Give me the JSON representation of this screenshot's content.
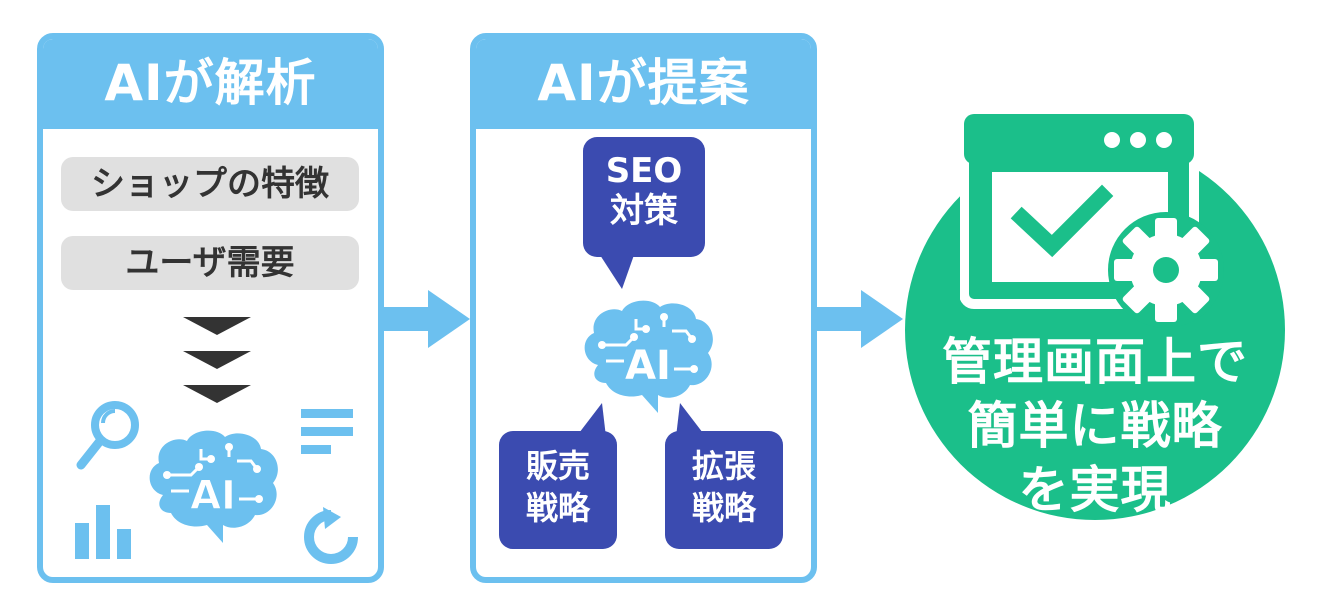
{
  "panel_analyze": {
    "title": "AIが解析",
    "items": [
      "ショップの特徴",
      "ユーザ需要"
    ],
    "ai_label": "AI"
  },
  "panel_propose": {
    "title": "AIが提案",
    "ai_label": "AI",
    "bubbles": [
      {
        "lines": [
          "SEO",
          "対策"
        ]
      },
      {
        "lines": [
          "販売",
          "戦略"
        ]
      },
      {
        "lines": [
          "拡張",
          "戦略"
        ]
      }
    ]
  },
  "result": {
    "lines": [
      "管理画面上で",
      "簡単に戦略",
      "を実現"
    ]
  },
  "colors": {
    "panel_blue": "#6cc0ef",
    "bubble_navy": "#3b4bb0",
    "result_green": "#1bbf8a",
    "pill_gray": "#e0e0e0",
    "chevron_dark": "#333333"
  },
  "icons": [
    "search-icon",
    "menu-lines-icon",
    "bar-chart-icon",
    "refresh-icon",
    "ai-brain-icon",
    "browser-window-icon",
    "checkmark-icon",
    "gear-icon"
  ]
}
